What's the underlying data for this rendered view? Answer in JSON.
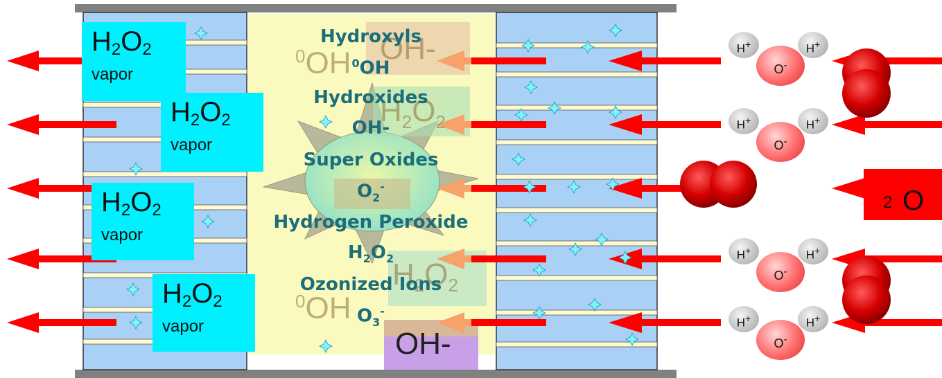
{
  "labels": {
    "h2o2_formula_main": "H",
    "h2o2_sub": "2",
    "h2o2_formula_o": "O",
    "vapor": "vapor"
  },
  "center_list": {
    "hydroxyls": "Hydroxyls",
    "oh_radical_sup": "0",
    "oh_radical": "OH",
    "hydroxides": "Hydroxides",
    "oh_minus": "OH-",
    "super_oxides": "Super Oxides",
    "o2_minus_base": "O",
    "o2_minus_sub": "2",
    "o2_minus_sup": "-",
    "hydrogen_peroxide": "Hydrogen Peroxide",
    "h2o2_h": "H",
    "h2o2_sub": "2",
    "h2o2_o": "O",
    "ozonized_ions": "Ozonized Ions",
    "o3_base": "O",
    "o3_sub": "3",
    "o3_sup": "-"
  },
  "ghost": {
    "oh_minus": "OH-",
    "oh_radical_sup": "0",
    "oh_radical": "OH",
    "h2o2_h": "H",
    "h2o2_sub": "2",
    "h2o2_o": "O",
    "oh_minus_bottom": "OH-"
  },
  "water": {
    "h_plus": "H",
    "plus": "+",
    "o_minus": "O",
    "minus": "-"
  },
  "o2": {
    "base": "O",
    "sub": "2"
  },
  "colors": {
    "arrow": "#ff0000",
    "orange_arrow": "#f7a26a",
    "membrane": "#a9d0f5",
    "strip": "#fffbd0",
    "center": "#fafabf",
    "label_bg": "#00f0ff",
    "frame": "#808080",
    "text_teal": "#1b6e7a"
  }
}
